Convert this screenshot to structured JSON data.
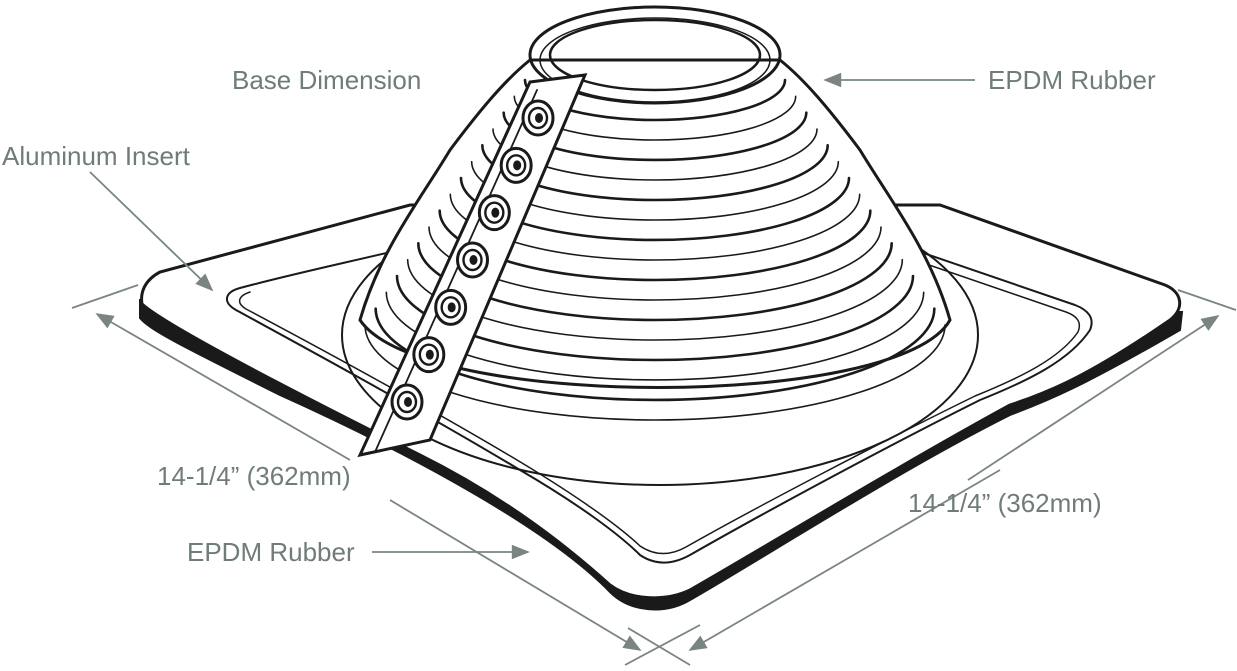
{
  "labels": {
    "base_dimension": "Base Dimension",
    "epdm_top": "EPDM Rubber",
    "aluminum_insert": "Aluminum Insert",
    "dim_left": "14-1/4” (362mm)",
    "dim_right": "14-1/4” (362mm)",
    "epdm_bottom": "EPDM Rubber"
  },
  "colors": {
    "label_text": "#6f7c79",
    "leader_line": "#7a8582",
    "outline": "#1a1a1a"
  },
  "parts": {
    "bolt_holes": 7,
    "cone_rings": 16
  }
}
